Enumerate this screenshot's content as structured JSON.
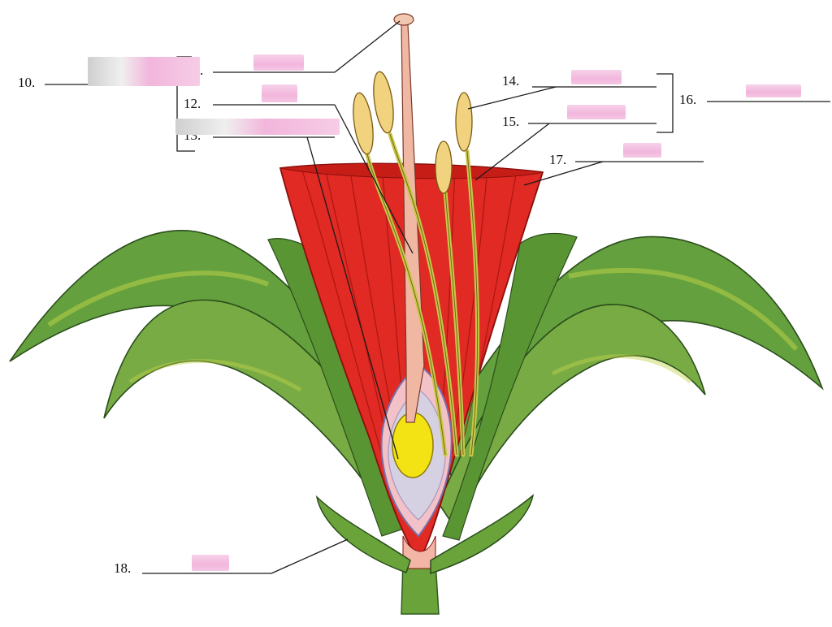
{
  "labels": [
    {
      "id": "label-10",
      "number": "10."
    },
    {
      "id": "label-11",
      "number": "."
    },
    {
      "id": "label-12",
      "number": "12."
    },
    {
      "id": "label-13",
      "number": "13."
    },
    {
      "id": "label-14",
      "number": "14."
    },
    {
      "id": "label-15",
      "number": "15."
    },
    {
      "id": "label-16",
      "number": "16."
    },
    {
      "id": "label-17",
      "number": "17."
    },
    {
      "id": "label-18",
      "number": "18."
    }
  ],
  "colors": {
    "petal": "#e02a23",
    "petal_dark": "#b8140f",
    "leaf": "#5f9a3a",
    "leaf_light": "#b9cf45",
    "anther": "#f1d27e",
    "ovary": "#f1e11c",
    "style": "#f0b7a3",
    "redaction_pink": "#f2b6dc",
    "redaction_gray": "#d6d6d6"
  }
}
